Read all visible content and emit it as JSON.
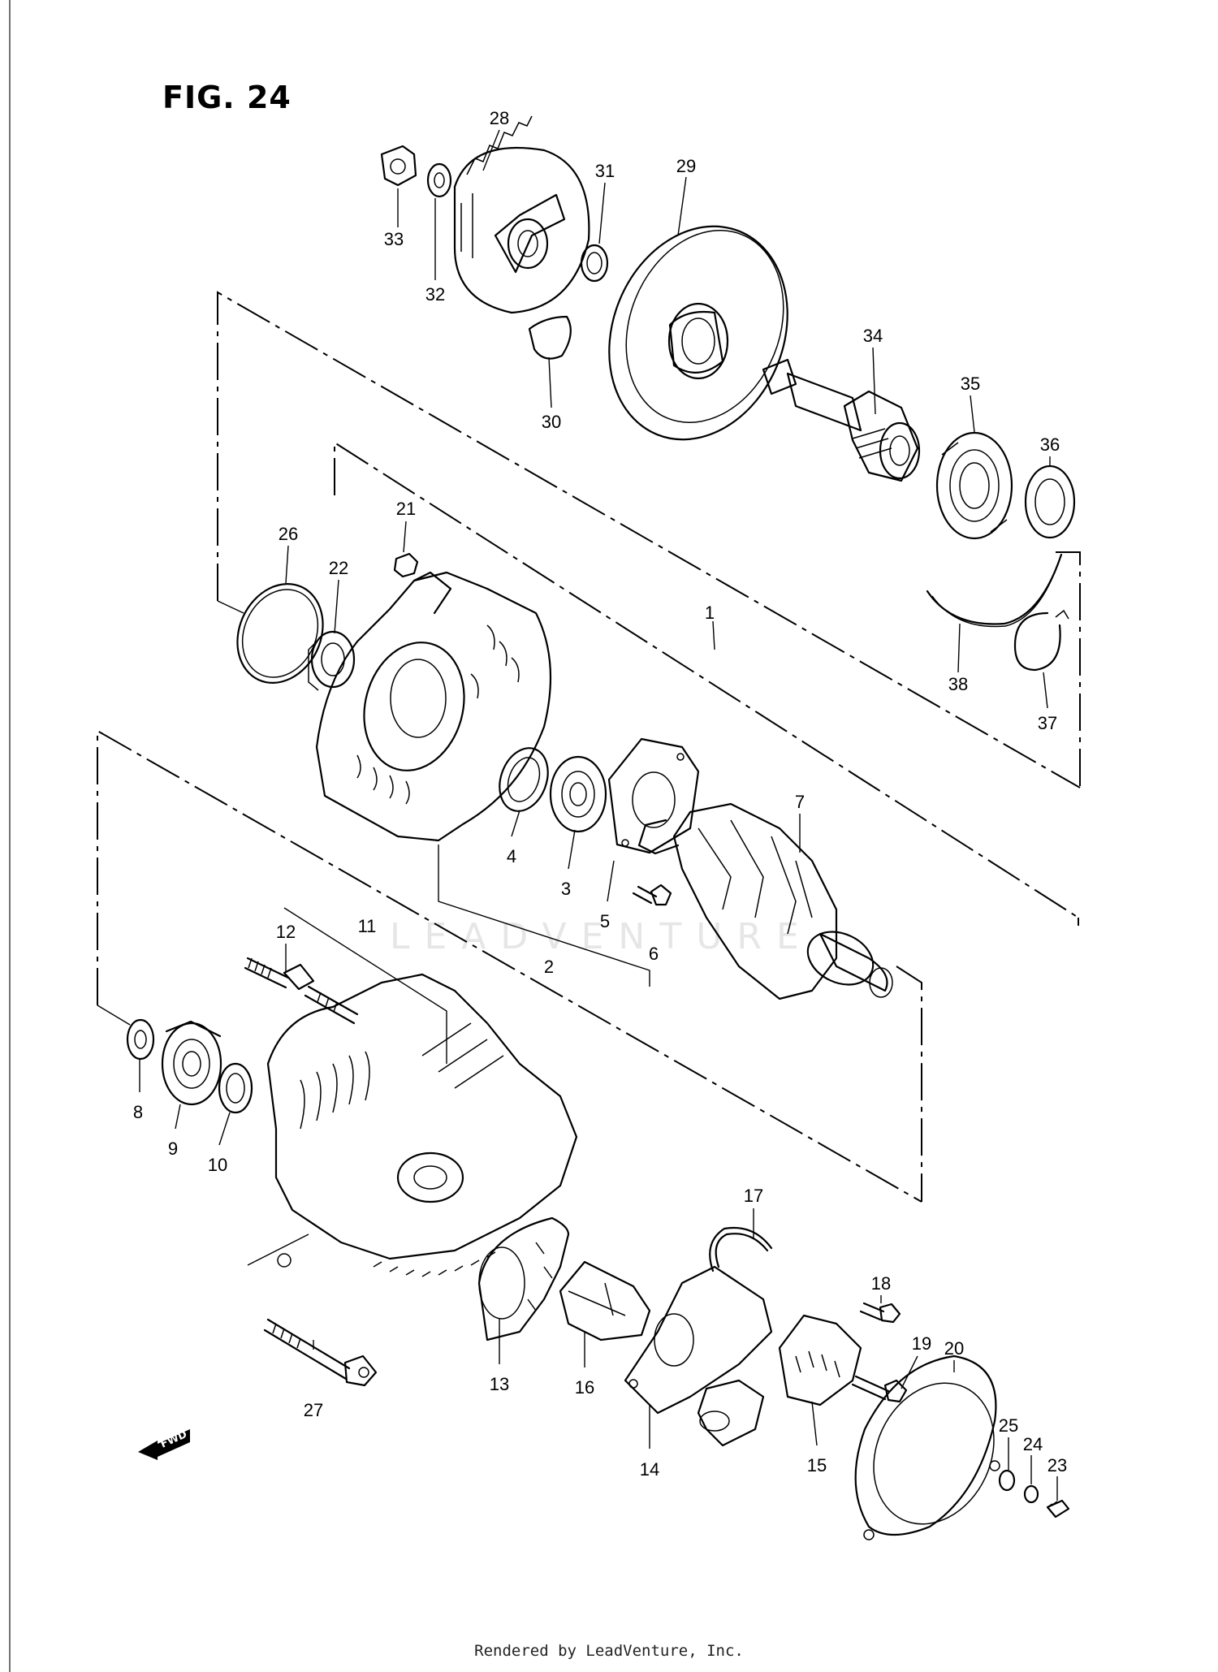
{
  "figure_title": "FIG. 24",
  "footer_text": "Rendered by LeadVenture, Inc.",
  "watermark_text": "LEADVENTURE",
  "fwd_label": "FWD",
  "callouts": [
    {
      "id": "1",
      "label": "1"
    },
    {
      "id": "2",
      "label": "2"
    },
    {
      "id": "3",
      "label": "3"
    },
    {
      "id": "4",
      "label": "4"
    },
    {
      "id": "5",
      "label": "5"
    },
    {
      "id": "6",
      "label": "6"
    },
    {
      "id": "7",
      "label": "7"
    },
    {
      "id": "8",
      "label": "8"
    },
    {
      "id": "9",
      "label": "9"
    },
    {
      "id": "10",
      "label": "10"
    },
    {
      "id": "11",
      "label": "11"
    },
    {
      "id": "12",
      "label": "12"
    },
    {
      "id": "13",
      "label": "13"
    },
    {
      "id": "14",
      "label": "14"
    },
    {
      "id": "15",
      "label": "15"
    },
    {
      "id": "16",
      "label": "16"
    },
    {
      "id": "17",
      "label": "17"
    },
    {
      "id": "18",
      "label": "18"
    },
    {
      "id": "19",
      "label": "19"
    },
    {
      "id": "20",
      "label": "20"
    },
    {
      "id": "21",
      "label": "21"
    },
    {
      "id": "22",
      "label": "22"
    },
    {
      "id": "23",
      "label": "23"
    },
    {
      "id": "24",
      "label": "24"
    },
    {
      "id": "25",
      "label": "25"
    },
    {
      "id": "26",
      "label": "26"
    },
    {
      "id": "27",
      "label": "27"
    },
    {
      "id": "28",
      "label": "28"
    },
    {
      "id": "29",
      "label": "29"
    },
    {
      "id": "30",
      "label": "30"
    },
    {
      "id": "31",
      "label": "31"
    },
    {
      "id": "32",
      "label": "32"
    },
    {
      "id": "33",
      "label": "33"
    },
    {
      "id": "34",
      "label": "34"
    },
    {
      "id": "35",
      "label": "35"
    },
    {
      "id": "36",
      "label": "36"
    },
    {
      "id": "37",
      "label": "37"
    },
    {
      "id": "38",
      "label": "38"
    }
  ]
}
